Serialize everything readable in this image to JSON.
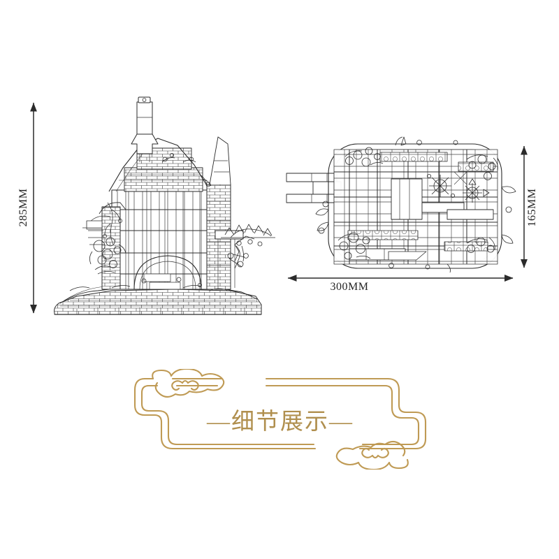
{
  "page": {
    "background": "#ffffff",
    "line_color": "#2b2b2b",
    "gold_color": "#bf9a54"
  },
  "dimensions": {
    "height": {
      "label": "285MM",
      "orientation": "vertical",
      "side": "left",
      "icon": "double-arrow-vertical-icon"
    },
    "depth": {
      "label": "165MM",
      "orientation": "vertical",
      "side": "right",
      "icon": "double-arrow-vertical-icon"
    },
    "width": {
      "label": "300MM",
      "orientation": "horizontal",
      "side": "bottom",
      "icon": "double-arrow-horizontal-icon"
    }
  },
  "views": {
    "front": {
      "name": "front-elevation-line-drawing",
      "description": "brick model front view"
    },
    "top": {
      "name": "top-plan-line-drawing",
      "description": "brick model top view"
    }
  },
  "banner": {
    "title": "—细节展示—",
    "frame_style": "double-line-rounded-rectangle",
    "ornaments": [
      "cloud-ornament-top-left",
      "cloud-ornament-bottom-right"
    ]
  }
}
